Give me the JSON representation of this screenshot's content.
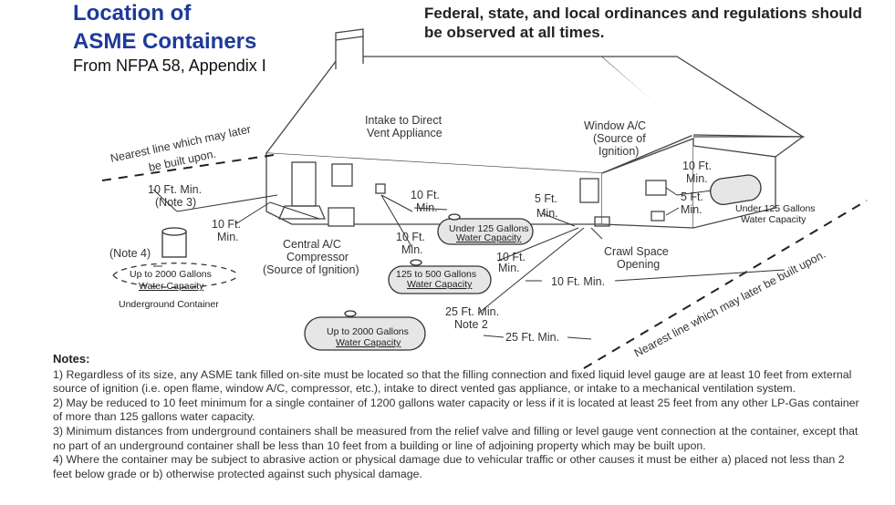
{
  "header": {
    "title_line1": "Location of",
    "title_line2": "ASME Containers",
    "subtitle": "From NFPA 58, Appendix I",
    "regulations": "Federal, state, and local ordinances and regulations should be observed at all times."
  },
  "diagram": {
    "nearest_line_left_1": "Nearest line which may later",
    "nearest_line_left_2": "be built upon.",
    "nearest_line_right": "Nearest line which may later be built upon.",
    "intake_1": "Intake to Direct",
    "intake_2": "Vent Appliance",
    "window_ac_1": "Window A/C",
    "window_ac_2": "(Source of",
    "window_ac_3": "Ignition)",
    "underground_dist_1": "10 Ft. Min.",
    "underground_dist_2": "(Note 3)",
    "note4": "(Note 4)",
    "underground_cap_1": "Up to 2000 Gallons",
    "underground_cap_2": "Water Capacity",
    "underground_container": "Underground Container",
    "ten_ft": "10 Ft.",
    "min": "Min.",
    "five_ft": "5 Ft.",
    "ten_ft_min": "10 Ft. Min.",
    "central_ac_1": "Central A/C",
    "central_ac_2": "Compressor",
    "central_ac_3": "(Source of Ignition)",
    "crawl_1": "Crawl Space",
    "crawl_2": "Opening",
    "tank_under125_cap_1": "Under 125 Gallons",
    "tank_under125_cap_2": "Water Capacity",
    "tank_125_500_cap_1": "125 to 500 Gallons",
    "tank_125_500_cap_2": "Water Capacity",
    "tank_2000_cap_1": "Up to 2000 Gallons",
    "tank_2000_cap_2": "Water Capacity",
    "twentyfive_ft_min": "25 Ft. Min.",
    "note2": "Note 2"
  },
  "notes": {
    "heading": "Notes:",
    "items": [
      "1) Regardless of its size, any ASME tank filled on-site must be located so that the filling connection and fixed liquid level gauge are at least 10 feet from external source of ignition (i.e. open flame, window A/C, compressor, etc.), intake to direct vented gas appliance, or intake to a mechanical ventilation system.",
      "2) May be reduced to 10 feet minimum for a single container of 1200 gallons water capacity or less if it is located at least 25 feet from any other LP-Gas container of more than 125 gallons water capacity.",
      "3) Minimum distances from underground containers shall be measured from the relief valve and filling or level gauge vent connection at the container, except that no part of an underground container shall be less than 10 feet from a building or line of adjoining property which may be built upon.",
      "4) Where the container may be subject to abrasive action or physical damage due to vehicular traffic or other causes it must be either a) placed not less than 2 feet below grade or b) otherwise protected against such physical damage."
    ]
  }
}
